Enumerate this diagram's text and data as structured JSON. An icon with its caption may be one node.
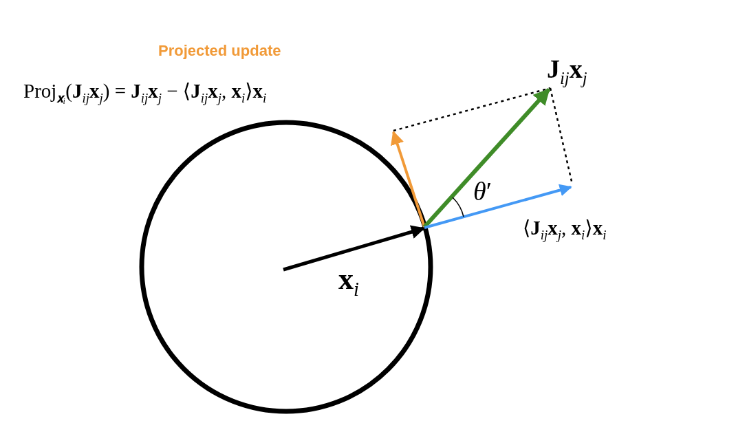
{
  "diagram": {
    "labels": [
      "Projected update",
      "**J**$_{ij}$**x**$_{j}$",
      "Proj$_{𝐱ᵢ}$(**J**$_{ij}$**x**$_{j}$) = **J**$_{ij}$**x**$_{j}$ − ⟨**J**$_{ij}$**x**$_{j}$, **x**$_{i}$⟩**x**$_{i}$",
      "*θ*′",
      "⟨**J**$_{ij}$**x**$_{j}$, **x**$_{i}$⟩**x**$_{i}$",
      "**x**$_{i}$"
    ]
  }
}
